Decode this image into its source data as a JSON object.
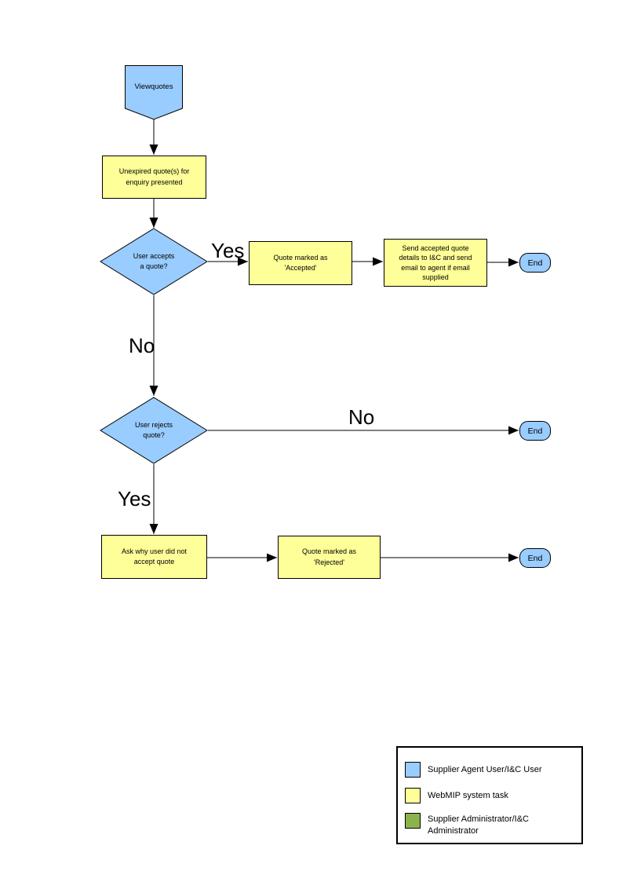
{
  "colors": {
    "user_blue": "#99CCFF",
    "task_yellow": "#FFFF99",
    "admin_green": "#8CB34B",
    "line_black": "#000000"
  },
  "flow": {
    "start": {
      "label": "Viewquotes"
    },
    "nodes": {
      "unexpired": "Unexpired quote(s) for\nenquiry presented",
      "accepts": "User accepts\na quote?",
      "accepted": "Quote marked as\n'Accepted'",
      "send": "Send accepted quote\ndetails to I&C and send\nemail to agent if email\nsupplied",
      "rejects": "User rejects\nquote?",
      "ask": "Ask why user did not\naccept quote",
      "rejected": "Quote marked as\n'Rejected'"
    },
    "branch_labels": {
      "accepts_yes": "Yes",
      "accepts_no": "No",
      "rejects_no": "No",
      "rejects_yes": "Yes"
    },
    "ends": [
      "End",
      "End",
      "End"
    ],
    "edges": [
      {
        "from": "start",
        "to": "unexpired",
        "label": ""
      },
      {
        "from": "unexpired",
        "to": "accepts",
        "label": ""
      },
      {
        "from": "accepts",
        "to": "accepted",
        "label": "Yes"
      },
      {
        "from": "accepted",
        "to": "send",
        "label": ""
      },
      {
        "from": "send",
        "to": "end-1",
        "label": ""
      },
      {
        "from": "accepts",
        "to": "rejects",
        "label": "No"
      },
      {
        "from": "rejects",
        "to": "end-2",
        "label": "No"
      },
      {
        "from": "rejects",
        "to": "ask",
        "label": "Yes"
      },
      {
        "from": "ask",
        "to": "rejected",
        "label": ""
      },
      {
        "from": "rejected",
        "to": "end-3",
        "label": ""
      }
    ]
  },
  "legend": {
    "items": [
      {
        "label": "Supplier Agent User/I&C User",
        "color": "#99CCFF"
      },
      {
        "label": "WebMIP system task",
        "color": "#FFFF99"
      },
      {
        "label": "Supplier Administrator/I&C\nAdministrator",
        "color": "#8CB34B"
      }
    ]
  }
}
